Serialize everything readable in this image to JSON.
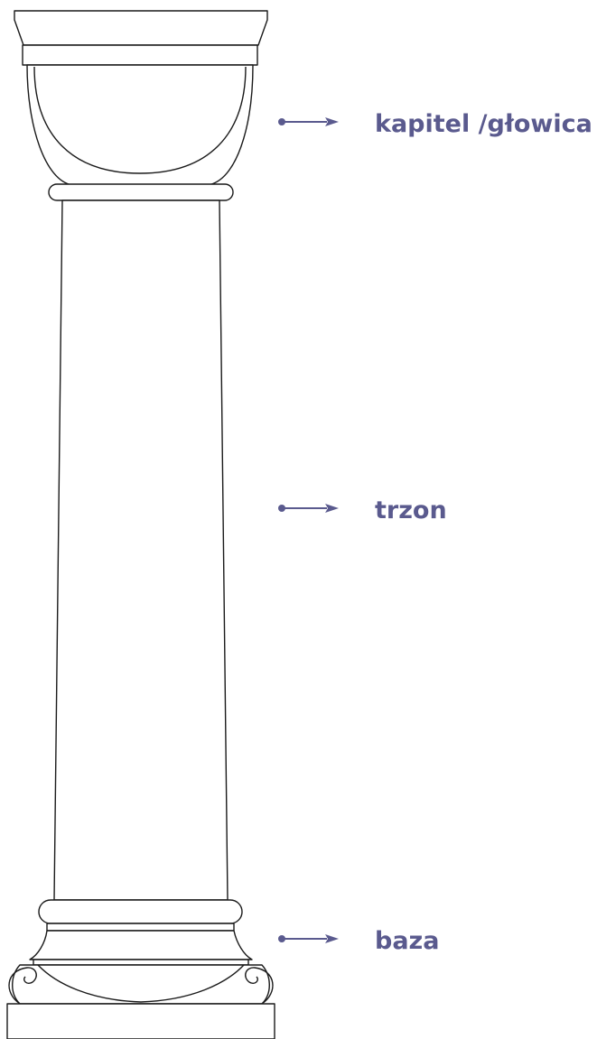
{
  "colors": {
    "accent": "#5a5a8e",
    "outline": "#1a1a1a",
    "background": "#ffffff"
  },
  "labels": {
    "capital": "kapitel /głowica",
    "shaft": "trzon",
    "base": "baza"
  }
}
